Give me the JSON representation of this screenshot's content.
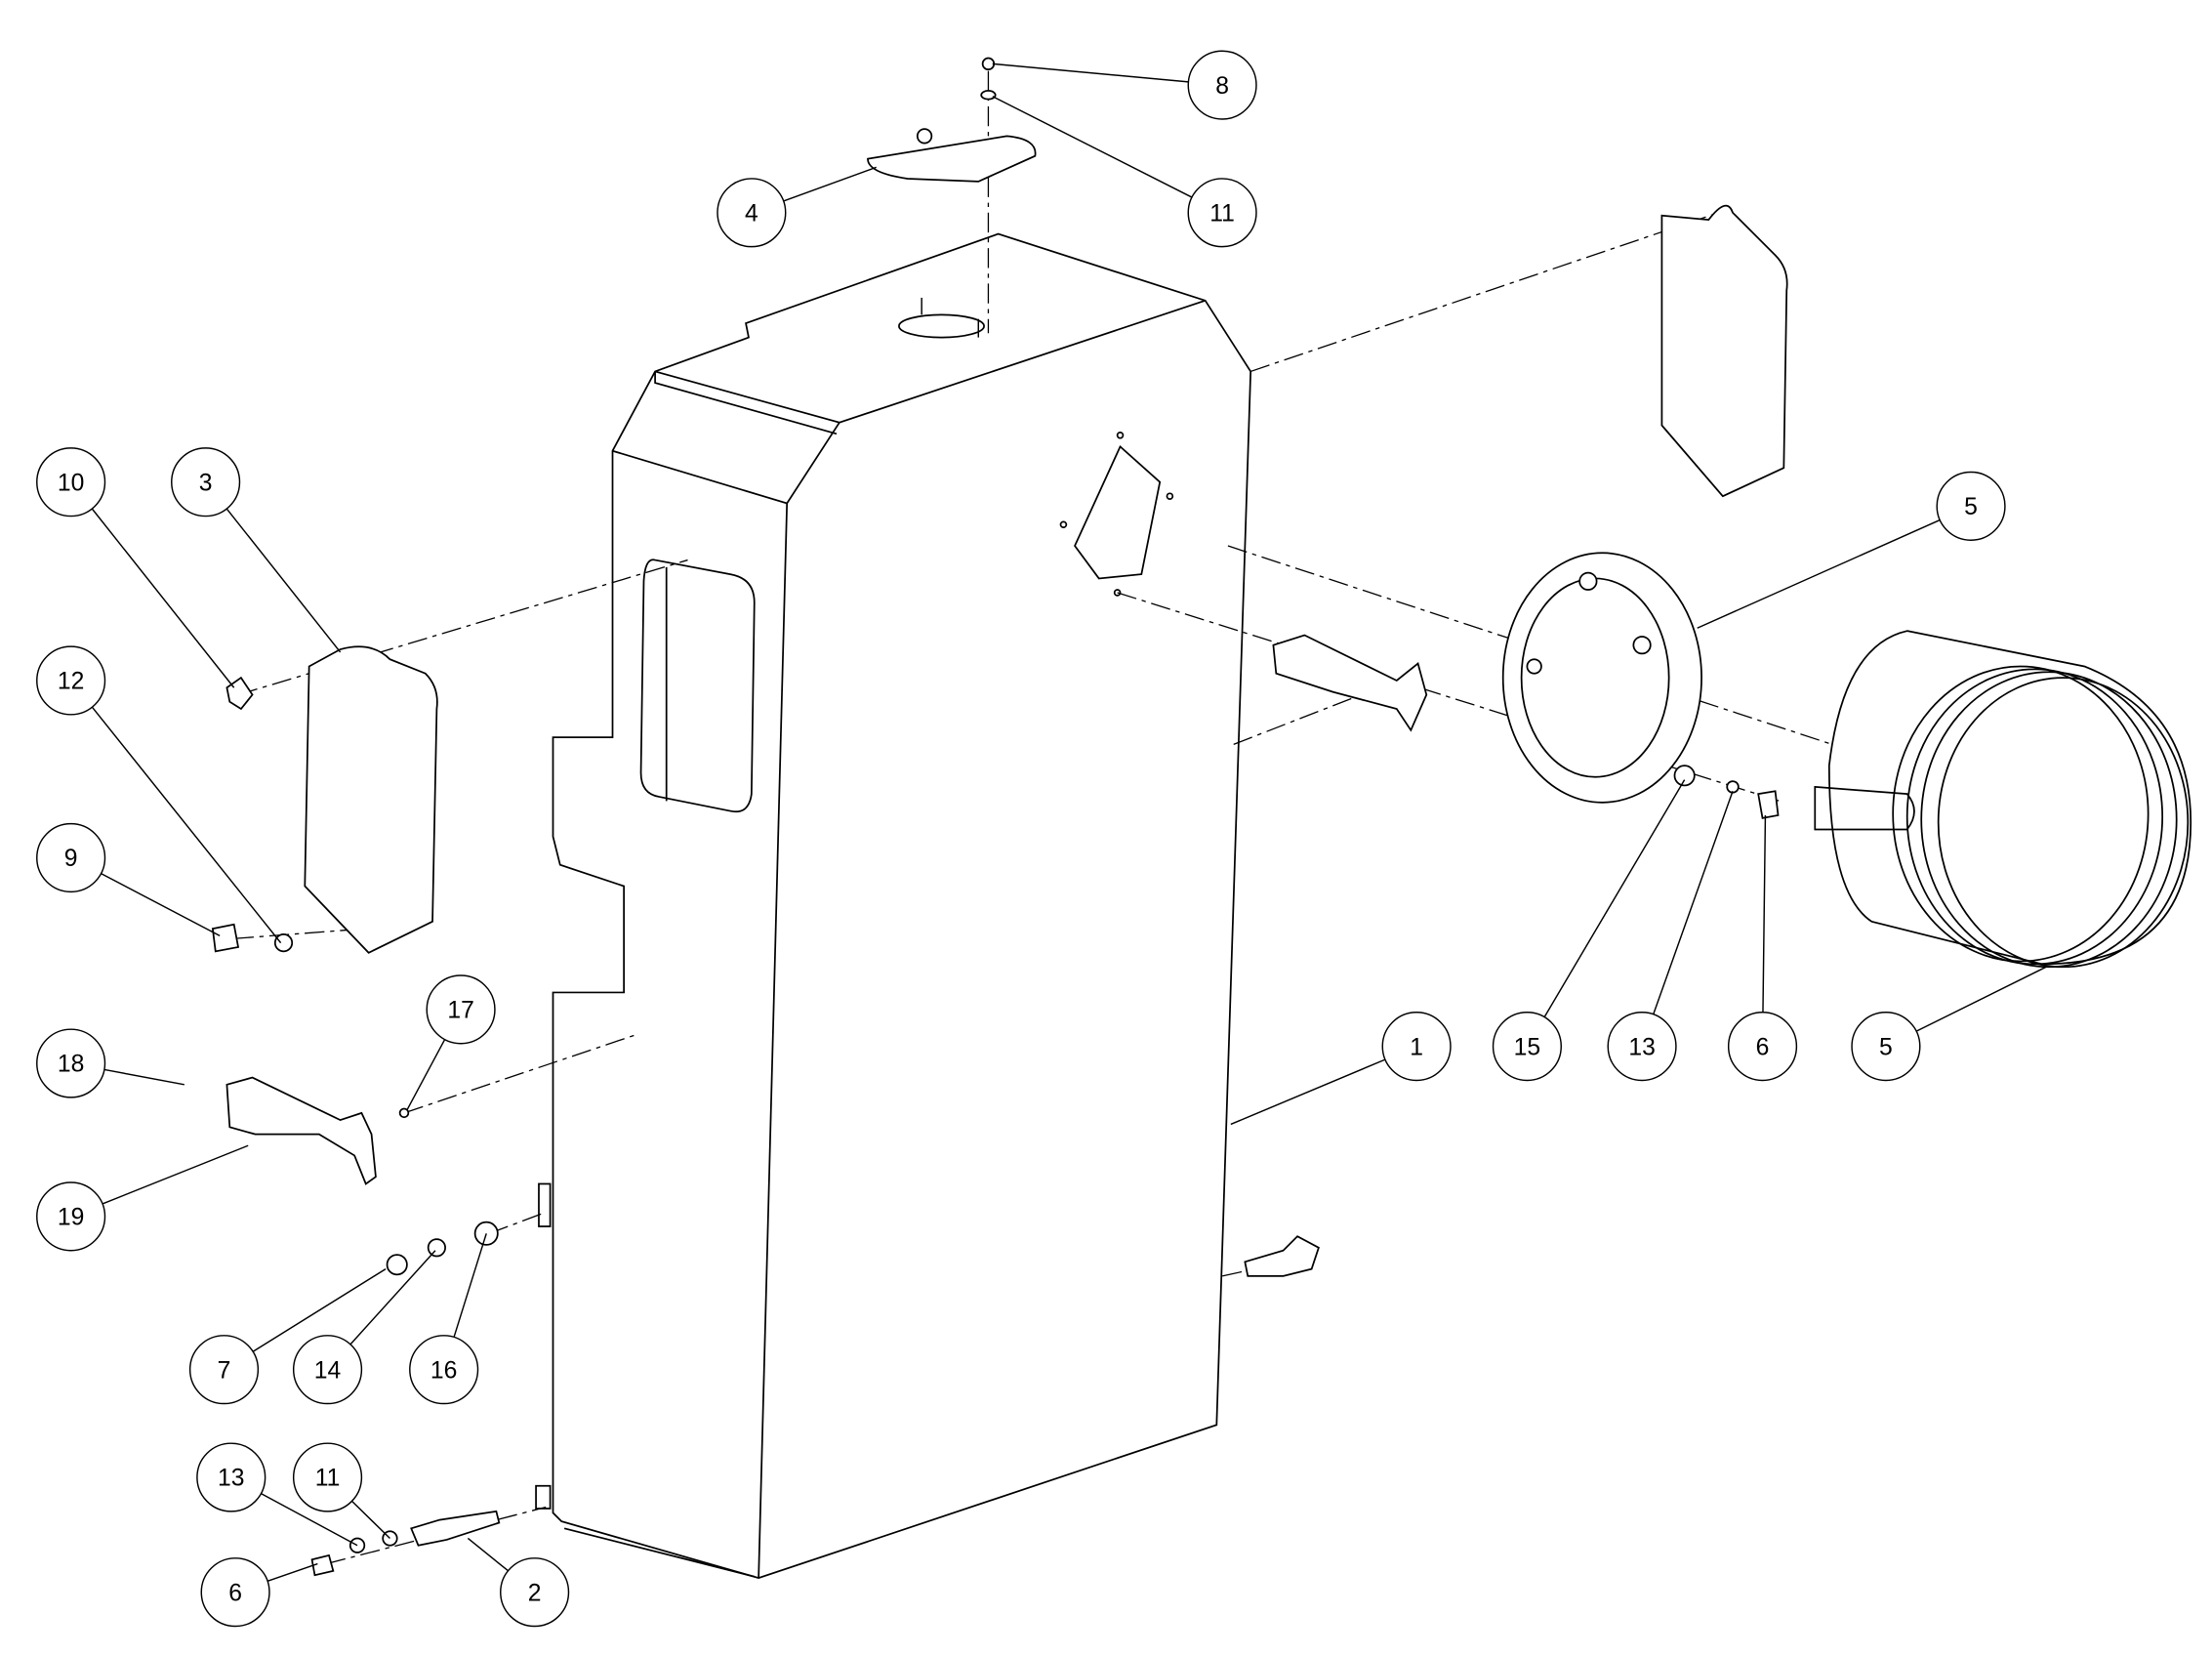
{
  "diagram": {
    "type": "exploded-parts-view",
    "callouts": [
      {
        "label": "8"
      },
      {
        "label": "11"
      },
      {
        "label": "4"
      },
      {
        "label": "10"
      },
      {
        "label": "3"
      },
      {
        "label": "12"
      },
      {
        "label": "9"
      },
      {
        "label": "18"
      },
      {
        "label": "17"
      },
      {
        "label": "19"
      },
      {
        "label": "7"
      },
      {
        "label": "14"
      },
      {
        "label": "16"
      },
      {
        "label": "13"
      },
      {
        "label": "11"
      },
      {
        "label": "6"
      },
      {
        "label": "2"
      },
      {
        "label": "1"
      },
      {
        "label": "15"
      },
      {
        "label": "13"
      },
      {
        "label": "6"
      },
      {
        "label": "5"
      },
      {
        "label": "5"
      }
    ]
  }
}
